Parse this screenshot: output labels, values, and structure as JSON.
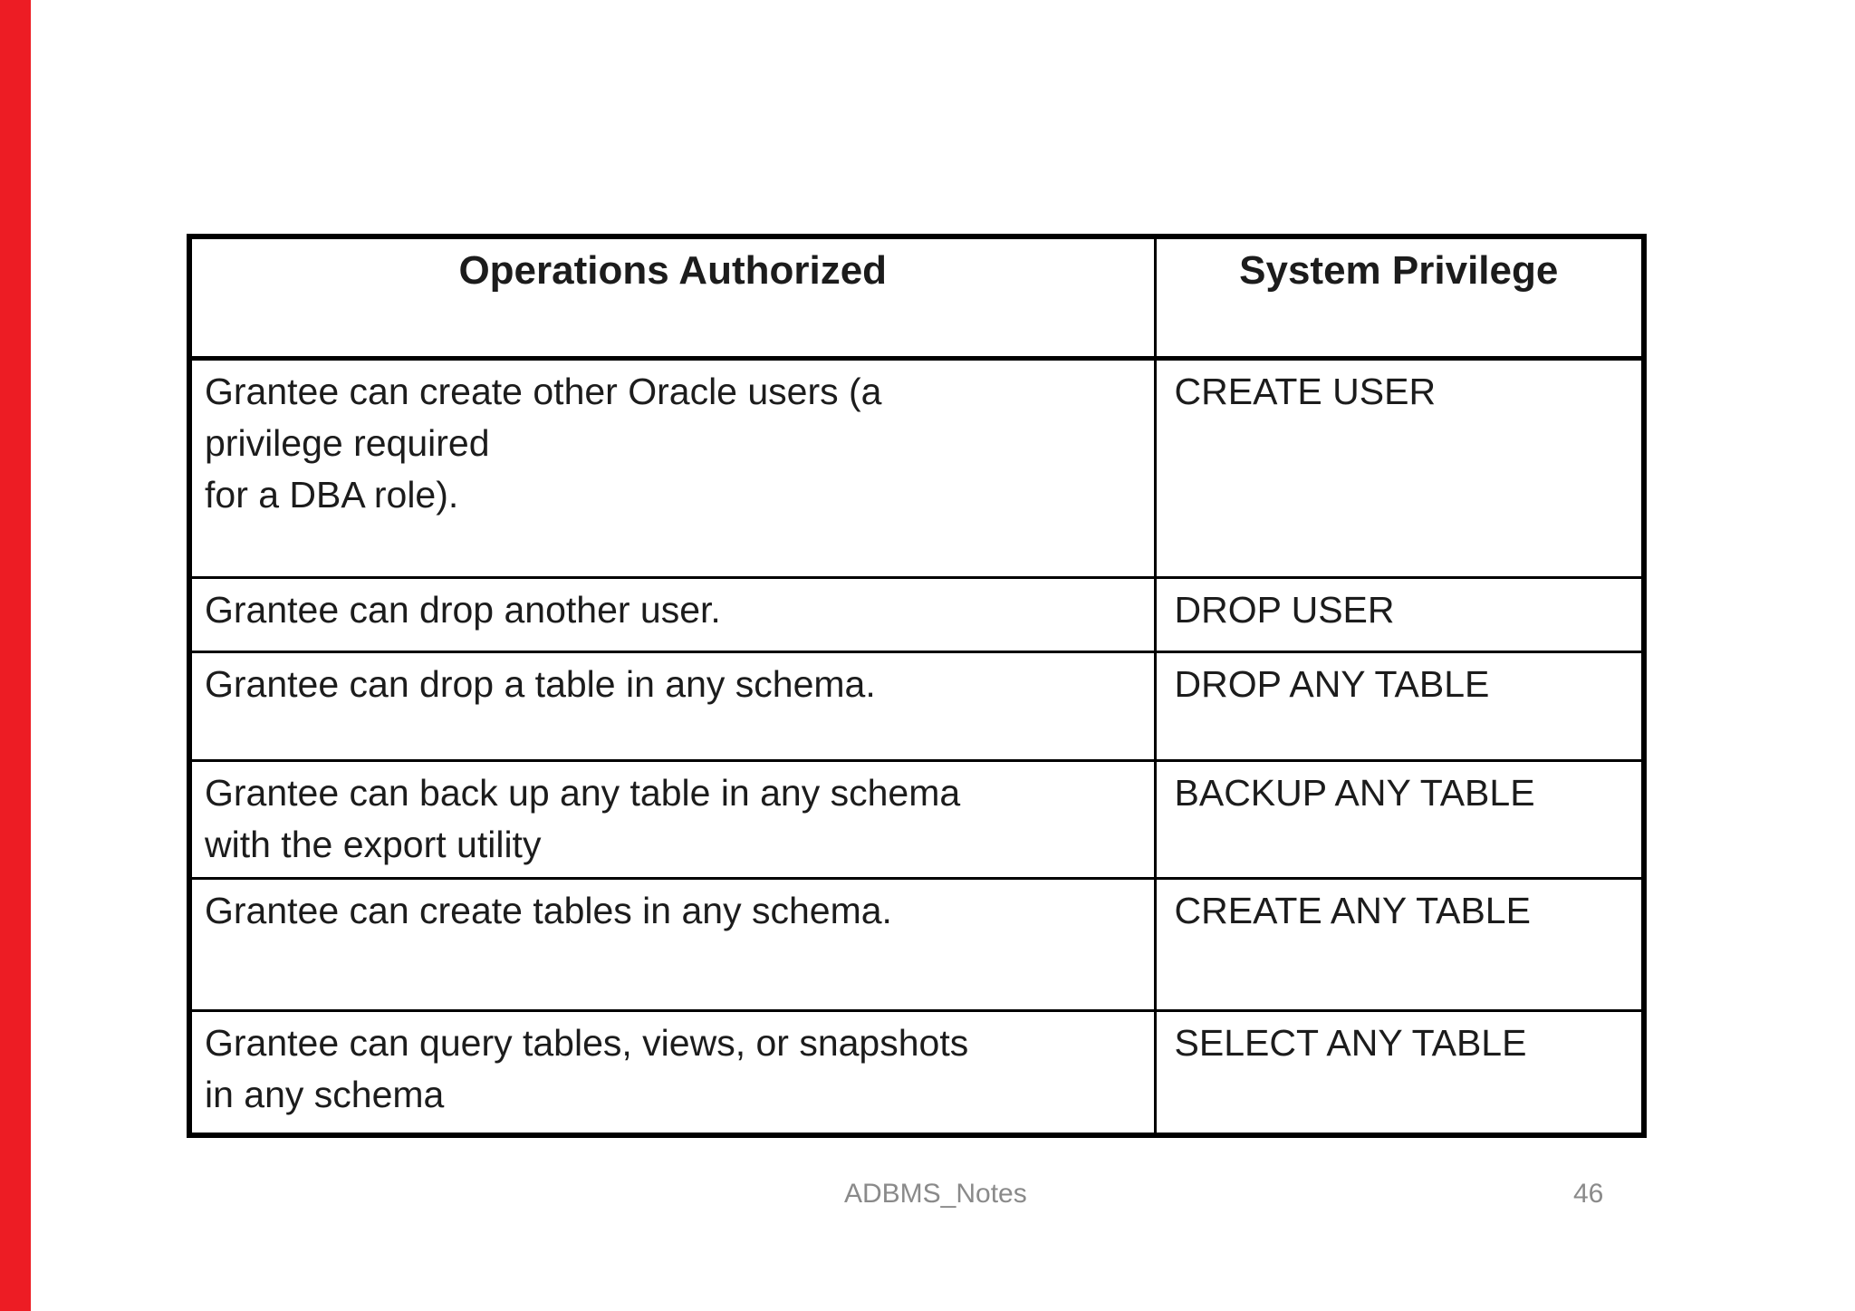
{
  "page": {
    "colors": {
      "background": "#ffffff",
      "accent_bar": "#ed1c24",
      "border": "#000000",
      "text": "#1c1c1c",
      "muted_text": "#8a8a8a"
    }
  },
  "table": {
    "columns": [
      {
        "header": "Operations Authorized"
      },
      {
        "header": "System Privilege"
      }
    ],
    "rows": [
      {
        "operation": "Grantee can create other Oracle users (a\nprivilege required\nfor a DBA role).",
        "privilege": "CREATE USER"
      },
      {
        "operation": "Grantee can drop another user.",
        "privilege": "DROP USER"
      },
      {
        "operation": "Grantee can drop a table in any schema.",
        "privilege": "DROP ANY TABLE"
      },
      {
        "operation": "Grantee can back up any table in any schema\nwith the export utility",
        "privilege": "BACKUP ANY TABLE"
      },
      {
        "operation": "Grantee can create tables in any schema.",
        "privilege": "CREATE ANY TABLE"
      },
      {
        "operation": "Grantee can query tables, views, or snapshots\nin any schema",
        "privilege": "SELECT ANY TABLE"
      }
    ]
  },
  "footer": {
    "document_label": "ADBMS_Notes",
    "page_number": "46"
  }
}
